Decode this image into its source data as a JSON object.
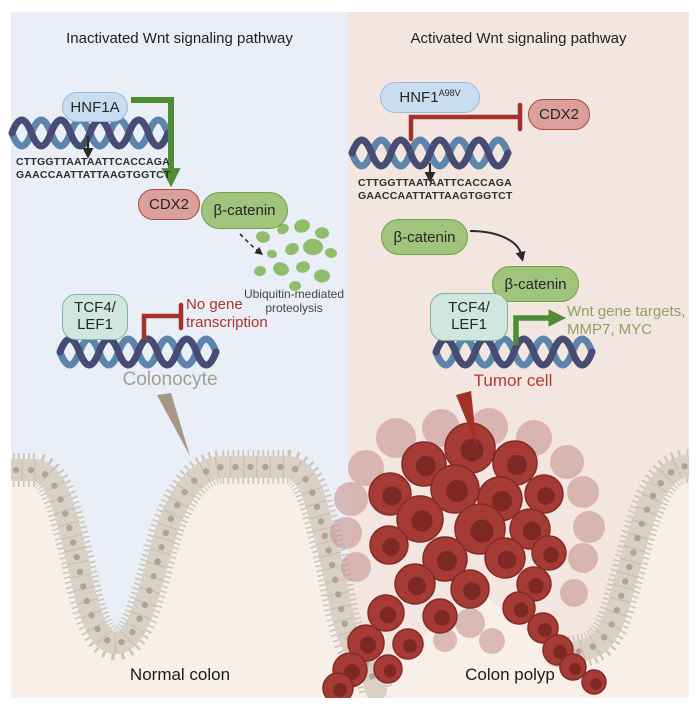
{
  "figure": {
    "left": {
      "title": "Inactivated Wnt signaling pathway",
      "hnf1a_label": "HNF1A",
      "dna_seq_line1": "CTTGGTTAATAATTCACCAGA",
      "dna_seq_line2": "GAACCAATTATTAAGTGGTCT",
      "cdx2_label": "CDX2",
      "beta_catenin_label": "β-catenin",
      "proteolysis_line1": "Ubiquitin-mediated",
      "proteolysis_line2": "proteolysis",
      "tcf_line1": "TCF4/",
      "tcf_line2": "LEF1",
      "no_transcription_line1": "No gene",
      "no_transcription_line2": "transcription",
      "cell_label": "Colonocyte",
      "caption": "Normal colon"
    },
    "right": {
      "title": "Activated Wnt signaling pathway",
      "hnf1_label": "HNF1",
      "hnf1_mutation_sup": "A98V",
      "cdx2_label": "CDX2",
      "dna_seq_line1": "CTTGGTTAATAATTCACCAGA",
      "dna_seq_line2": "GAACCAATTATTAAGTGGTCT",
      "beta_catenin_free_label": "β-catenin",
      "beta_catenin_bound_label": "β-catenin",
      "tcf_line1": "TCF4/",
      "tcf_line2": "LEF1",
      "wnt_targets_line1": "Wnt gene targets,",
      "wnt_targets_line2": "MMP7, MYC",
      "cell_label": "Tumor cell",
      "caption": "Colon polyp"
    },
    "colors": {
      "left_panel_bg": "#e9eef7",
      "right_panel_bg": "#f3e5df",
      "lumen_bg": "#f8f0e8",
      "activation_green": "#4e8c35",
      "inhibition_red": "#a5312d",
      "wnt_targets_text": "#8ea167",
      "tumor_cell_fill": "#a63a35",
      "dna_strand_dark": "#474c74",
      "dna_strand_light": "#5d84aa",
      "epithelium_band": "#d9d0c6"
    }
  }
}
